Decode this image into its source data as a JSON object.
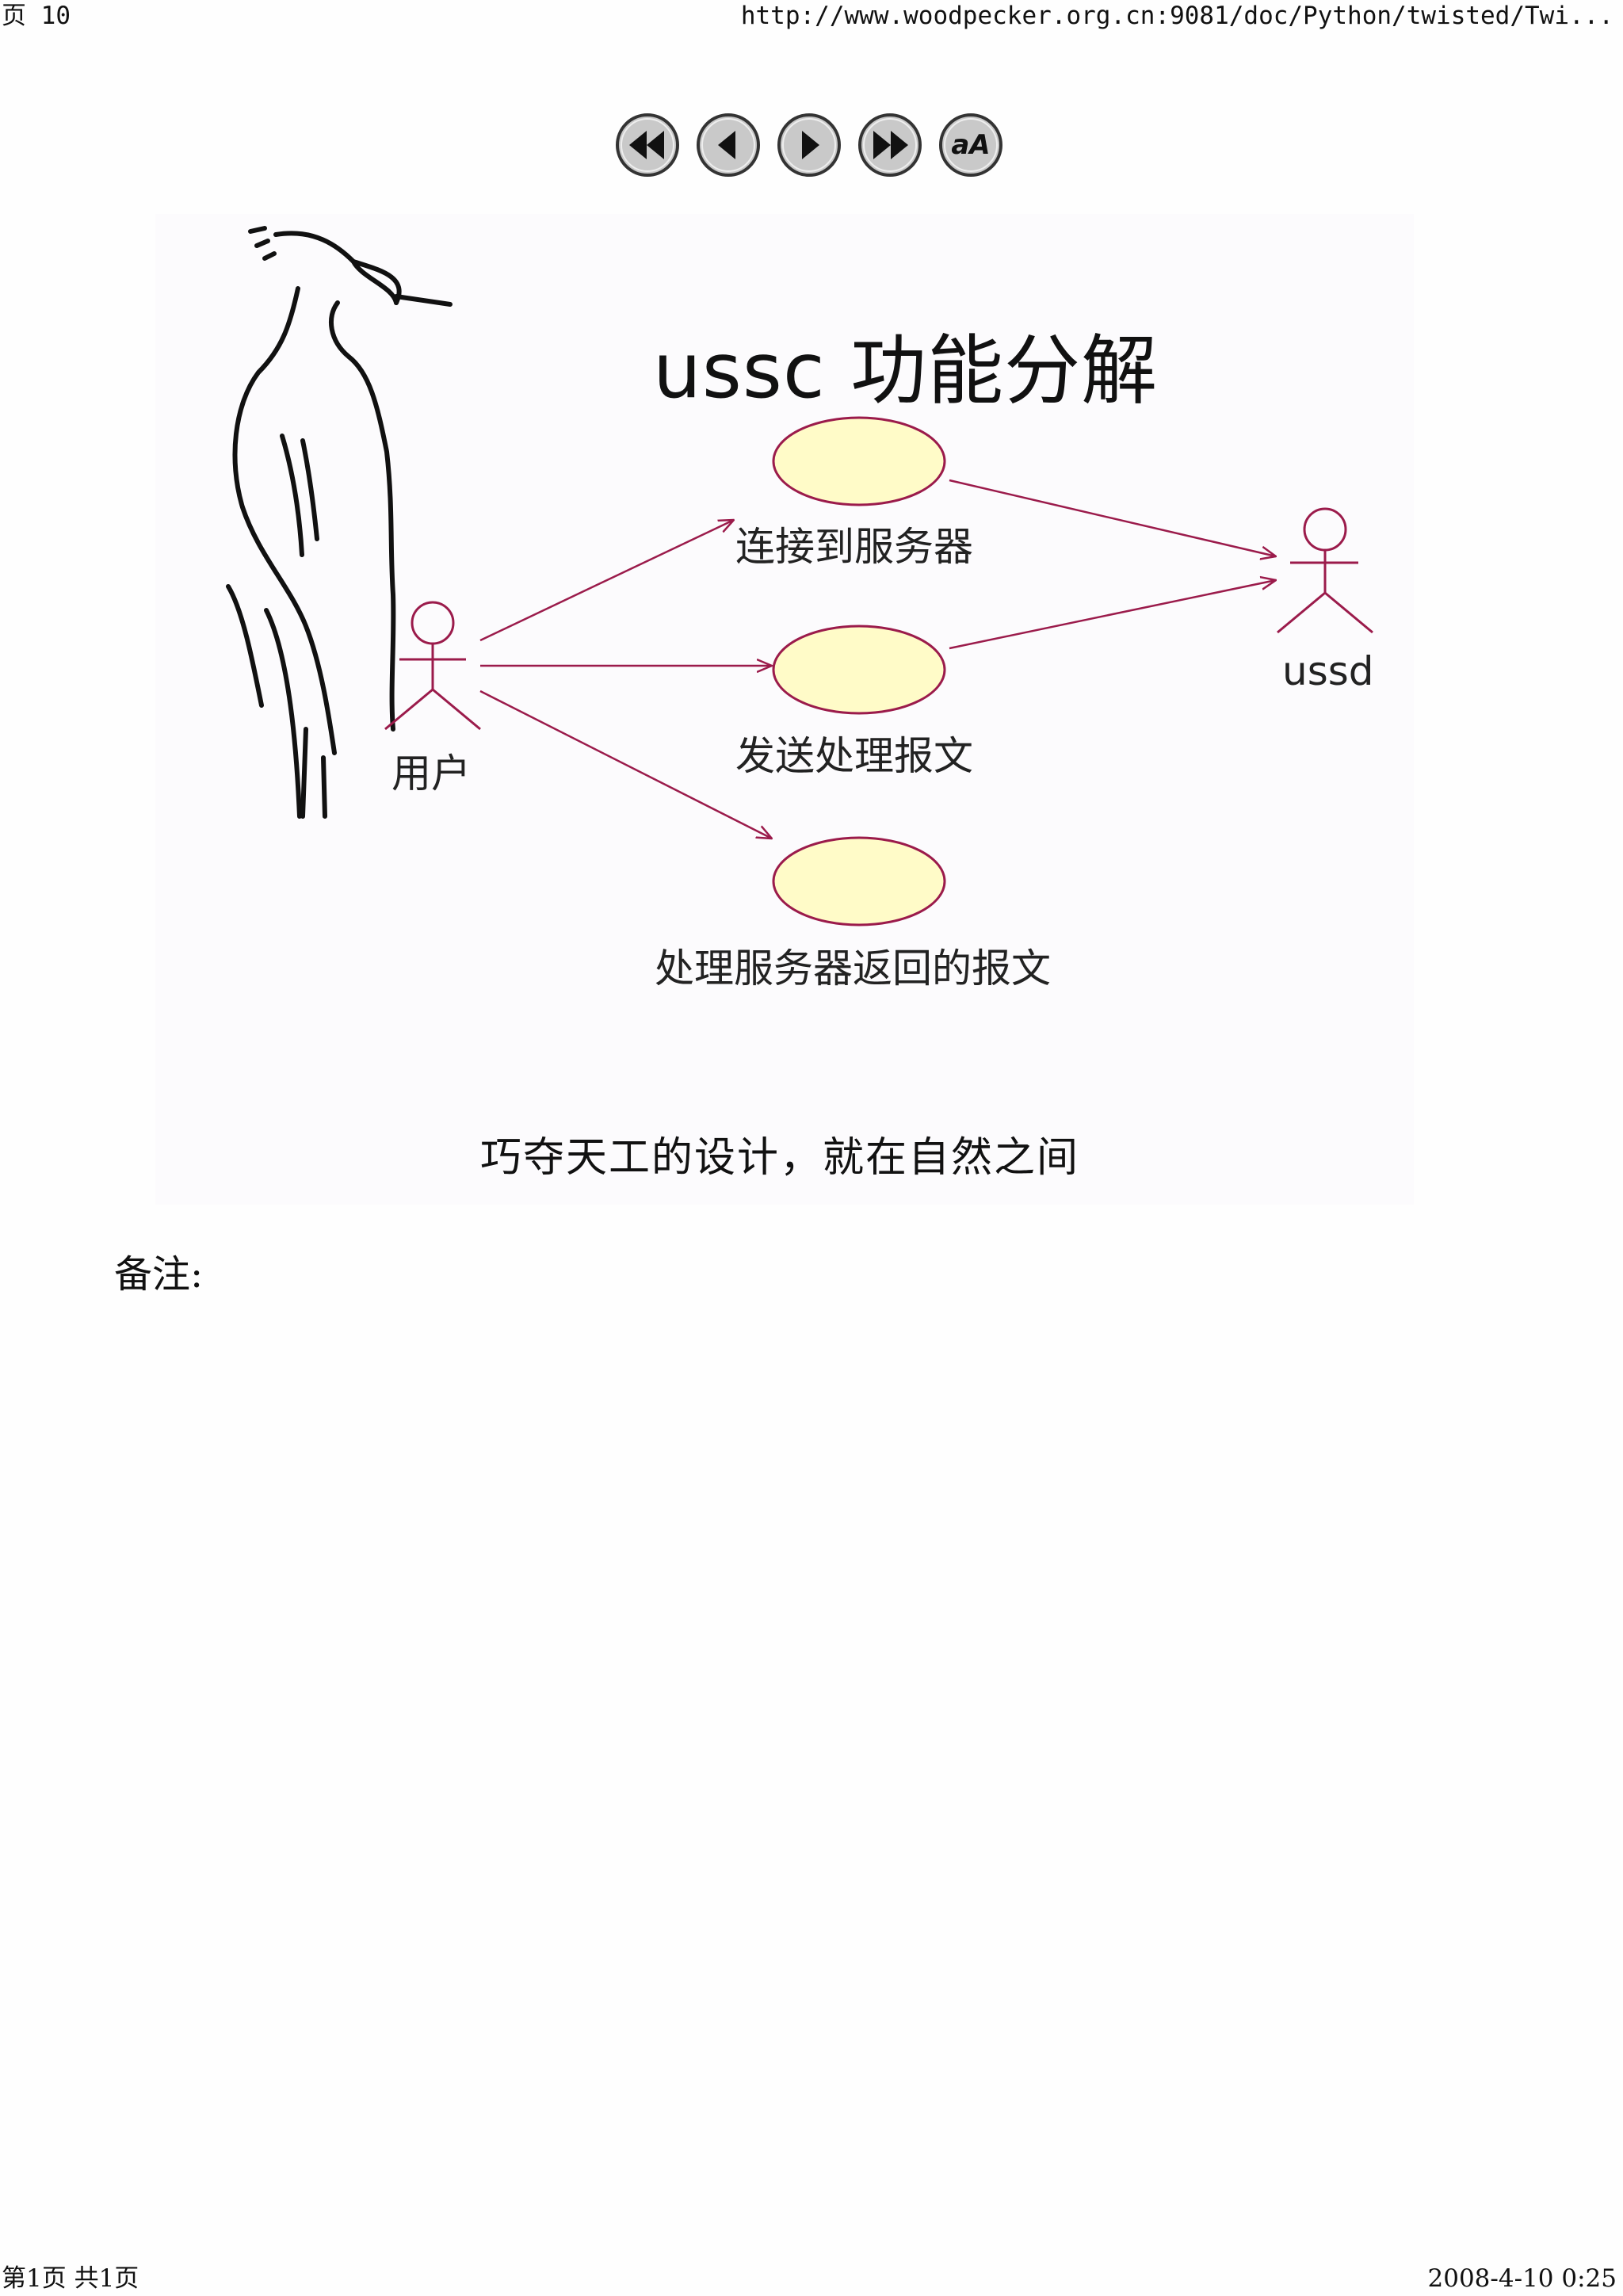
{
  "print_header": {
    "page_label": "页 10",
    "url": "http://www.woodpecker.org.cn:9081/doc/Python/twisted/Twi..."
  },
  "nav": {
    "buttons": [
      {
        "name": "first-slide-button",
        "icon": "double-left-arrow-icon"
      },
      {
        "name": "prev-slide-button",
        "icon": "left-arrow-icon"
      },
      {
        "name": "next-slide-button",
        "icon": "right-arrow-icon"
      },
      {
        "name": "last-slide-button",
        "icon": "double-right-arrow-icon"
      },
      {
        "name": "font-size-button",
        "icon": "font-size-icon",
        "label": "aA"
      }
    ]
  },
  "slide": {
    "title": "ussc 功能分解",
    "actors": {
      "user": "用户",
      "ussd": "ussd"
    },
    "use_cases": [
      "连接到服务器",
      "发送处理报文",
      "处理服务器返回的报文"
    ],
    "caption": "巧夺天工的设计，就在自然之间"
  },
  "notes": {
    "label": "备注:"
  },
  "print_footer": {
    "page_count": "第1页 共1页",
    "datetime": "2008-4-10 0:25"
  },
  "colors": {
    "use_case_fill": "#fffbc8",
    "line_color": "#9b1b4b",
    "button_fill": "#c8c8c8"
  }
}
